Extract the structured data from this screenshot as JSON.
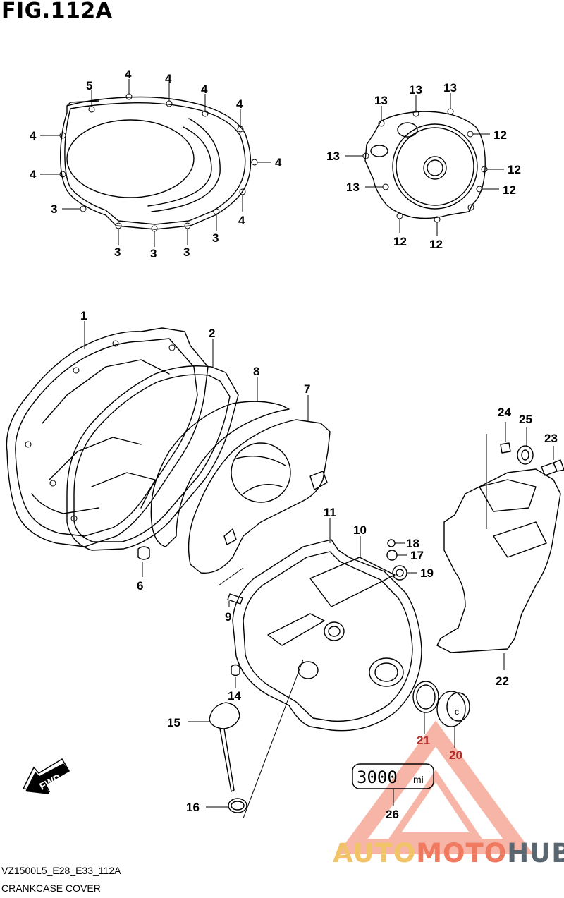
{
  "figure": {
    "title": "FIG.112A",
    "model_code": "VZ1500L5_E28_E33_112A",
    "name": "CRANKCASE COVER"
  },
  "fwd_label": "FWD",
  "meter_label": "3000",
  "meter_unit": "mi",
  "watermark": {
    "brand_part1": "AUTO",
    "brand_part2": "MOTO",
    "brand_part3": "HUB",
    "colors": [
      "#f2c46a",
      "#f07a60",
      "#5a6670"
    ]
  },
  "callouts": {
    "c1": "1",
    "c2": "2",
    "c3": "3",
    "c4": "4",
    "c5": "5",
    "c6": "6",
    "c7": "7",
    "c8": "8",
    "c9": "9",
    "c10": "10",
    "c11": "11",
    "c12": "12",
    "c13": "13",
    "c14": "14",
    "c15": "15",
    "c16": "16",
    "c17": "17",
    "c18": "18",
    "c19": "19",
    "c20": "20",
    "c21": "21",
    "c22": "22",
    "c23": "23",
    "c24": "24",
    "c25": "25",
    "c26": "26"
  },
  "highlight_color": "#b22a2a"
}
